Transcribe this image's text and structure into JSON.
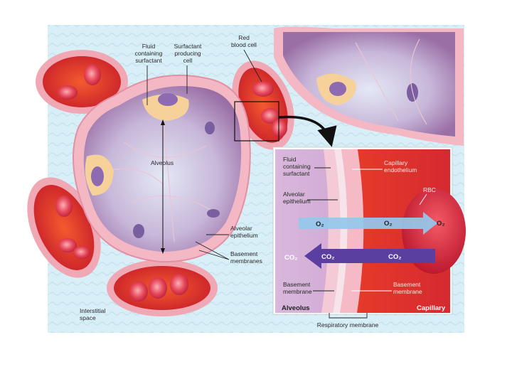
{
  "labels": {
    "fluid": [
      "Fluid",
      "containing",
      "surfactant"
    ],
    "surfactant_cell": [
      "Surfactant",
      "producing",
      "cell"
    ],
    "rbc": [
      "Red",
      "blood cell"
    ],
    "alveolus": "Alveolus",
    "alveolar_epithelium": [
      "Alveolar",
      "epithelium"
    ],
    "basement_membranes": [
      "Basement",
      "membranes"
    ],
    "interstitial": [
      "Interstitial",
      "space"
    ]
  },
  "inset": {
    "fluid": [
      "Fluid",
      "containing",
      "surfactant"
    ],
    "capillary_endothelium": [
      "Capillary",
      "endothelium"
    ],
    "alveolar_epithelium": [
      "Alveolar",
      "epithelium"
    ],
    "rbc": "RBC",
    "o2_left": "O₂",
    "o2_mid": "O₂",
    "o2_right": "O₂",
    "co2_left": "CO₂",
    "co2_mid": "CO₂",
    "co2_right": "CO₂",
    "basement_left": [
      "Basement",
      "membrane"
    ],
    "basement_right": [
      "Basement",
      "membrane"
    ],
    "alveolus_side": "Alveolus",
    "capillary_side": "Capillary",
    "respiratory_membrane": "Respiratory membrane"
  },
  "colors": {
    "background": "#d6eef6",
    "membrane": "#f2b6c2",
    "capillary_red": "#e0282c",
    "alveolus_purple": "#b59bc8",
    "o2_arrow": "#8fc8ea",
    "co2_arrow": "#5a3d9a"
  }
}
